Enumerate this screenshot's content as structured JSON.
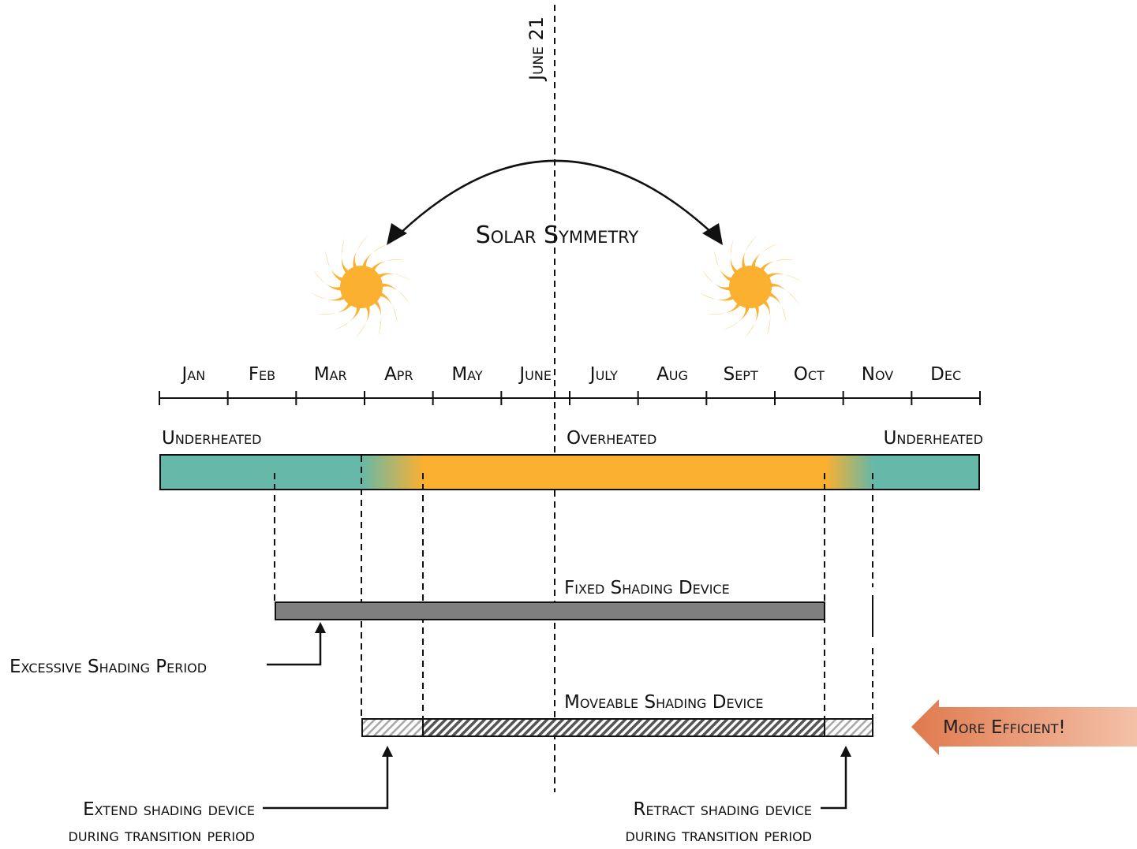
{
  "title": "Solar Symmetry",
  "date_marker": "June 21",
  "months": [
    "Jan",
    "Feb",
    "Mar",
    "Apr",
    "May",
    "June",
    "July",
    "Aug",
    "Sept",
    "Oct",
    "Nov",
    "Dec"
  ],
  "zones": {
    "left": "Underheated",
    "middle": "Overheated",
    "right": "Underheated"
  },
  "devices": {
    "fixed": "Fixed Shading Device",
    "moveable": "Moveable Shading Device"
  },
  "annotations": {
    "excessive": "Excessive Shading Period",
    "extend_line1": "Extend shading device",
    "extend_line2": "during transition period",
    "retract_line1": "Retract shading device",
    "retract_line2": "during transition period",
    "efficient": "More Efficient!"
  },
  "colors": {
    "underheated": "#66b8a8",
    "overheated": "#fbb030",
    "sun": "#fbb030",
    "fixed_bar": "#7f7f7f",
    "efficient_arrow": "#e07a4f"
  }
}
